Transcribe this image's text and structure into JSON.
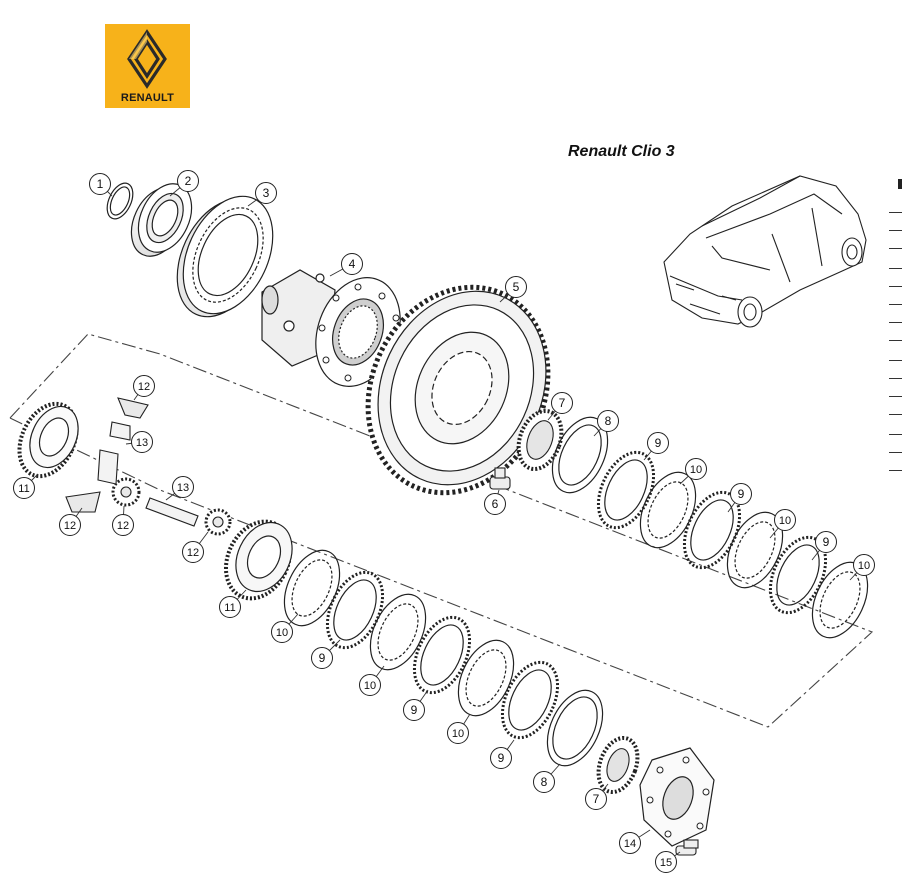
{
  "brand": {
    "name": "RENAULT",
    "colors": {
      "logo_background": "#f7b21a",
      "ink": "#222222"
    }
  },
  "title": "Renault Clio 3",
  "callouts": [
    {
      "label": "1"
    },
    {
      "label": "2"
    },
    {
      "label": "3"
    },
    {
      "label": "4"
    },
    {
      "label": "5"
    },
    {
      "label": "6"
    },
    {
      "label": "7"
    },
    {
      "label": "8"
    },
    {
      "label": "9"
    },
    {
      "label": "10"
    },
    {
      "label": "12"
    },
    {
      "label": "13"
    },
    {
      "label": "11"
    },
    {
      "label": "12"
    },
    {
      "label": "12"
    },
    {
      "label": "13"
    },
    {
      "label": "12"
    },
    {
      "label": "11"
    },
    {
      "label": "10"
    },
    {
      "label": "9"
    },
    {
      "label": "10"
    },
    {
      "label": "9"
    },
    {
      "label": "10"
    },
    {
      "label": "9"
    },
    {
      "label": "8"
    },
    {
      "label": "7"
    },
    {
      "label": "14"
    },
    {
      "label": "15"
    },
    {
      "label": "9"
    },
    {
      "label": "10"
    },
    {
      "label": "9"
    },
    {
      "label": "10"
    }
  ]
}
